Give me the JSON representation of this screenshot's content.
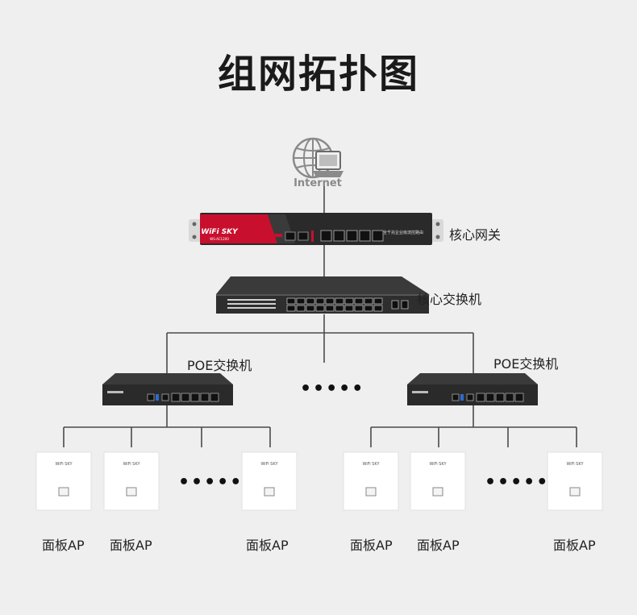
{
  "title": "组网拓扑图",
  "internet": {
    "label": "Internet"
  },
  "gateway": {
    "label": "核心网关",
    "brand": "WiFi SKY",
    "model": "WS-AC1200",
    "desc": "全千兆企业级流控路由"
  },
  "core_switch": {
    "label": "核心交换机"
  },
  "poe_switches": [
    {
      "label": "POE交换机"
    },
    {
      "label": "POE交换机"
    }
  ],
  "ap_brand": "WiFi SKY",
  "aps": [
    {
      "label": "面板AP"
    },
    {
      "label": "面板AP"
    },
    {
      "label": "面板AP"
    },
    {
      "label": "面板AP"
    },
    {
      "label": "面板AP"
    },
    {
      "label": "面板AP"
    }
  ],
  "ellipsis": "•••••",
  "colors": {
    "line": "#4a4a4a",
    "brand_red": "#c8102e",
    "device_dark": "#2a2a2a",
    "background": "#efefef"
  }
}
